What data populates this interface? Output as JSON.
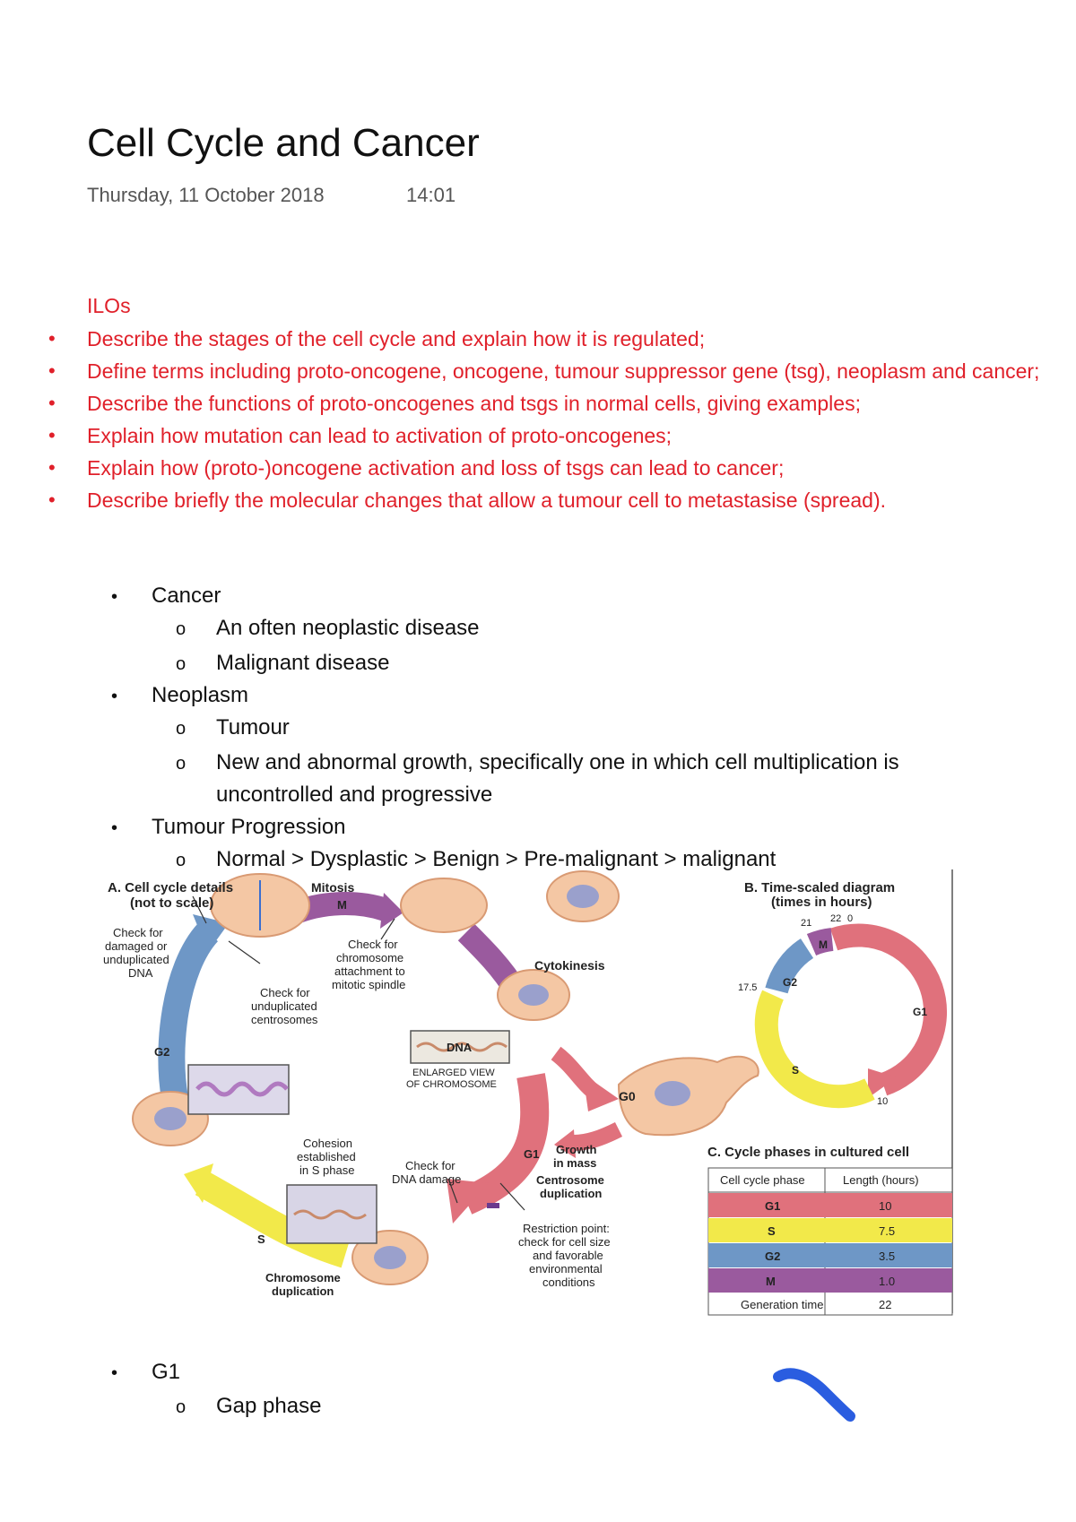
{
  "header": {
    "title": "Cell Cycle and Cancer",
    "date": "Thursday, 11 October 2018",
    "time": "14:01"
  },
  "ilos": {
    "heading": "ILOs",
    "items": [
      "Describe the stages of the cell cycle and explain how it is regulated;",
      "Define terms including proto-oncogene, oncogene, tumour suppressor gene (tsg), neoplasm and cancer;",
      "Describe the functions of proto-oncogenes and tsgs in normal cells, giving examples;",
      "Explain how mutation can lead to activation of proto-oncogenes;",
      "Explain how (proto-)oncogene activation and loss of tsgs can lead to cancer;",
      "Describe briefly the molecular changes that allow a tumour cell to metastasise (spread)."
    ]
  },
  "notes": {
    "bullet": "•",
    "subbullet": "o",
    "cancer": "Cancer",
    "cancer_sub1": "An often neoplastic disease",
    "cancer_sub2": "Malignant disease",
    "neoplasm": "Neoplasm",
    "neoplasm_sub1": "Tumour",
    "neoplasm_sub2_line1": "New and abnormal growth, specifically one in which cell multiplication is",
    "neoplasm_sub2_line2": "uncontrolled and progressive",
    "tumour_progression": "Tumour Progression",
    "tumour_progression_sub1": "Normal > Dysplastic > Benign > Pre-malignant > malignant",
    "g1": "G1",
    "g1_sub1": "Gap phase"
  },
  "figure": {
    "panel_a_title_1": "A. Cell cycle details",
    "panel_a_title_2": "(not to scale)",
    "mitosis": "Mitosis",
    "m_label": "M",
    "cytokinesis": "Cytokinesis",
    "check_damaged_1": "Check for",
    "check_damaged_2": "damaged or",
    "check_damaged_3": "unduplicated",
    "check_damaged_4": "DNA",
    "check_chromosome_1": "Check for",
    "check_chromosome_2": "chromosome",
    "check_chromosome_3": "attachment to",
    "check_chromosome_4": "mitotic spindle",
    "check_centrosomes_1": "Check for",
    "check_centrosomes_2": "unduplicated",
    "check_centrosomes_3": "centrosomes",
    "g2_label": "G2",
    "dna_label": "DNA",
    "enlarged_1": "ENLARGED VIEW",
    "enlarged_2": "OF CHROMOSOME",
    "g0_label": "G0",
    "cohesion_1": "Cohesion",
    "cohesion_2": "established",
    "cohesion_3": "in S phase",
    "check_dna_damage_1": "Check for",
    "check_dna_damage_2": "DNA damage",
    "g1_label": "G1",
    "growth_1": "Growth",
    "growth_2": "in mass",
    "centrosome_dup_1": "Centrosome",
    "centrosome_dup_2": "duplication",
    "s_label": "S",
    "chromosome_dup_1": "Chromosome",
    "chromosome_dup_2": "duplication",
    "restriction_1": "Restriction point:",
    "restriction_2": "check for cell size",
    "restriction_3": "and favorable",
    "restriction_4": "environmental",
    "restriction_5": "conditions",
    "panel_b_title_1": "B. Time-scaled diagram",
    "panel_b_title_2": "(times in hours)",
    "b_tick_0": "0",
    "b_tick_10": "10",
    "b_tick_17_5": "17.5",
    "b_tick_21": "21",
    "b_tick_22": "22",
    "panel_c_title": "C. Cycle phases in cultured cell",
    "table_header_phase": "Cell cycle phase",
    "table_header_length": "Length (hours)",
    "table_rows": [
      {
        "phase": "G1",
        "length": "10",
        "color": "#e0717c"
      },
      {
        "phase": "S",
        "length": "7.5",
        "color": "#f2e94a"
      },
      {
        "phase": "G2",
        "length": "3.5",
        "color": "#6e97c6"
      },
      {
        "phase": "M",
        "length": "1.0",
        "color": "#9a5a9e"
      }
    ],
    "generation_label": "Generation time",
    "generation_value": "22"
  },
  "colors": {
    "ilo_red": "#e0202a",
    "g1_pink": "#e0717c",
    "s_yellow": "#f2e94a",
    "g2_blue": "#6e97c6",
    "m_purple": "#9a5a9e",
    "annotation_blue": "#2a5de0"
  }
}
